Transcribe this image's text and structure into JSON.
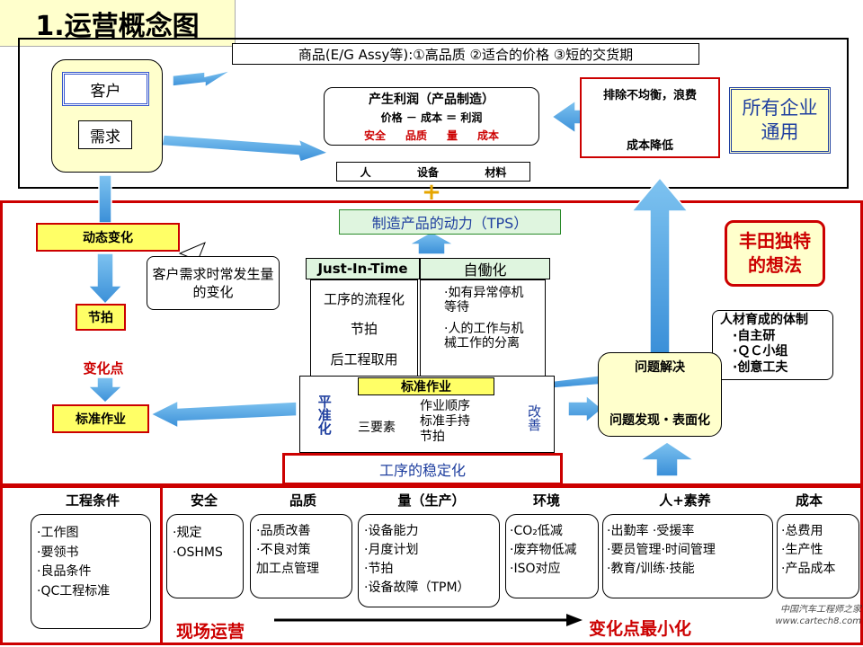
{
  "title": "1.运营概念图",
  "top_banner": "商品(E/G Assy等):①高品质 ②适合的价格 ③短的交货期",
  "customer": {
    "label": "客户",
    "need": "需求"
  },
  "profit": {
    "title": "产生利润（产品制造）",
    "formula": "价格 － 成本 ＝ 利润",
    "items": [
      "安全",
      "品质",
      "量",
      "成本"
    ]
  },
  "resources": [
    "人",
    "设备",
    "材料"
  ],
  "plus": "+",
  "imbalance": {
    "top": "排除不均衡，浪费",
    "bottom": "成本降低"
  },
  "all_companies": "所有企业通用",
  "tps": "制造产品的动力（TPS）",
  "toyota": "丰田独特的想法",
  "dynamic_change": "动态变化",
  "callout": "客户需求时常发生量的变化",
  "takt": "节拍",
  "change_point": "变化点",
  "std_work": "标准作业",
  "jit": {
    "header": "Just-In-Time",
    "items": [
      "工序的流程化",
      "节拍",
      "后工程取用"
    ]
  },
  "jidoka": {
    "header": "自働化",
    "items": [
      "·如有异常停机等待",
      "·人的工作与机械工作的分离"
    ]
  },
  "std_block": {
    "left": "平准化",
    "header": "标准作业",
    "three": "三要素",
    "elements": [
      "作业顺序",
      "标准手持",
      "节拍"
    ],
    "right": "改善"
  },
  "stability": "工序的稳定化",
  "hr": {
    "title": "人材育成的体制",
    "items": [
      "·自主研",
      "·ＱＣ小组",
      "·创意工夫"
    ]
  },
  "problem": {
    "top": "问题解决",
    "bottom": "问题发现・表面化"
  },
  "bottom": {
    "engineering": {
      "title": "工程条件",
      "items": [
        "·工作图",
        "·要领书",
        "·良品条件",
        "·QC工程标准"
      ]
    },
    "safety": {
      "title": "安全",
      "items": [
        "·规定",
        "·OSHMS"
      ]
    },
    "quality": {
      "title": "品质",
      "items": [
        "·品质改善",
        "·不良对策",
        "加工点管理"
      ]
    },
    "volume": {
      "title": "量（生产）",
      "items": [
        "·设备能力",
        "·月度计划",
        "·节拍",
        "·设备故障（TPM）"
      ]
    },
    "env": {
      "title": "环境",
      "items": [
        "·CO₂低减",
        "·废弃物低减",
        "·ISO对应"
      ]
    },
    "people": {
      "title": "人+素养",
      "items": [
        "·出勤率 ·受援率",
        "·要员管理·时间管理",
        "·教育/训练·技能"
      ]
    },
    "cost": {
      "title": "成本",
      "items": [
        "·总费用",
        "·生产性",
        "·产品成本"
      ]
    }
  },
  "footer_left": "现场运营",
  "footer_right": "变化点最小化",
  "watermark": "中国汽车工程师之家 www.cartech8.com"
}
